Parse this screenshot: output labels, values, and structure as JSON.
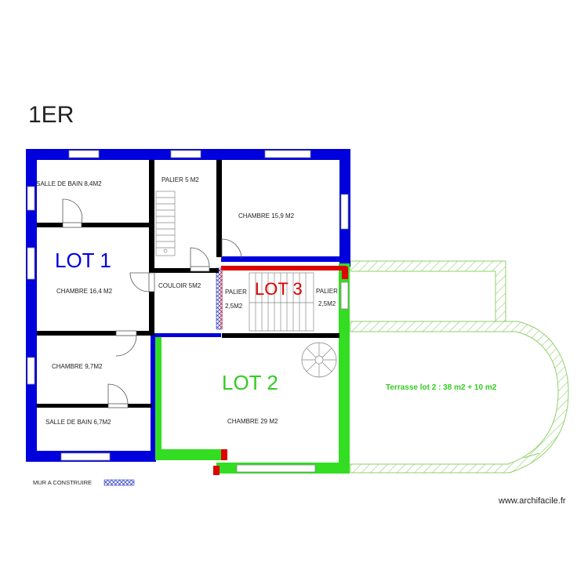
{
  "title": "1ER",
  "lots": {
    "lot1": "LOT 1",
    "lot2": "LOT 2",
    "lot3": "LOT 3"
  },
  "rooms": {
    "salle_de_bain_1": "SALLE DE BAIN 8,4M2",
    "palier_5": "PALIER 5 M2",
    "chambre_15_9": "CHAMBRE 15,9 M2",
    "chambre_16_4": "CHAMBRE 16,4 M2",
    "couloir": "COULOIR 5M2",
    "palier_left": "PALIER",
    "palier_left_area": "2,5M2",
    "palier_right": "PALIER",
    "palier_right_area": "2,5M2",
    "chambre_9_7": "CHAMBRE 9,7M2",
    "salle_de_bain_2": "SALLE DE BAIN 6,7M2",
    "chambre_29": "CHAMBRE 29 M2"
  },
  "terrace": "Terrasse lot 2 : 38 m2 + 10 m2",
  "legend": {
    "mur_a_construire": "MUR A CONSTRUIRE"
  },
  "watermark": "www.archifacile.fr",
  "colors": {
    "lot1": "#0000dd",
    "lot2": "#33dd22",
    "lot3": "#dd0000",
    "wall": "#000000",
    "terrace_hatch": "#8fd06a"
  }
}
